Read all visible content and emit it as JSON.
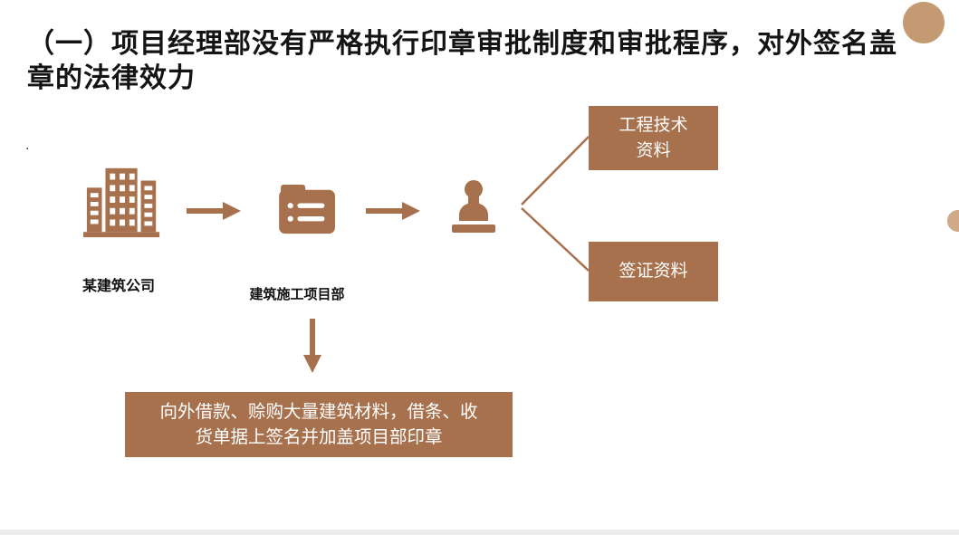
{
  "title": "（一）项目经理部没有严格执行印章审批制度和审批程序，对外签名盖章的法律效力",
  "stray_text": ".",
  "flow": {
    "company_label": "某建筑公司",
    "department_label": "建筑施工项目部",
    "icons": [
      "building-icon",
      "folder-list-icon",
      "stamp-icon"
    ],
    "arrows": [
      "right-arrow",
      "right-arrow",
      "down-arrow"
    ]
  },
  "boxes": {
    "tech": {
      "line1": "工程技术",
      "line2": "资料"
    },
    "visa": {
      "line1": "签证资料"
    },
    "action": {
      "line1": "向外借款、赊购大量建筑材料，借条、收",
      "line2": "货单据上签名并加盖项目部印章"
    }
  },
  "colors": {
    "accent": "#a8714e",
    "deco_circle": "#c49a72",
    "deco_circle_small": "#d0a988",
    "title_color": "#141414"
  }
}
